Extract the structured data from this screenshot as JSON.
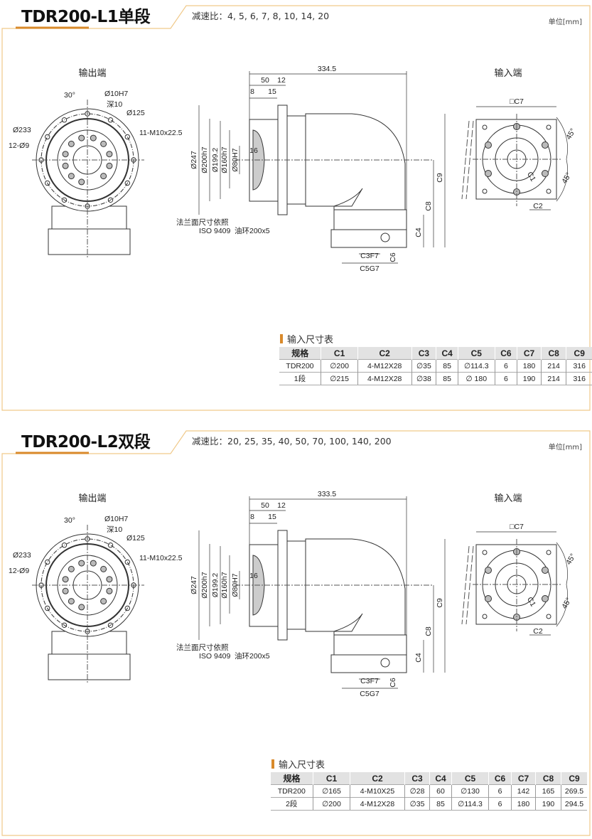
{
  "panels": [
    {
      "title": "TDR200-L1单段",
      "ratio_label": "减速比：",
      "ratios": "4, 5, 6, 7, 8, 10, 14, 20",
      "unit": "单位[mm]",
      "output_label": "输出端",
      "input_label": "输入端",
      "dims": {
        "angle30": "30°",
        "hole": "Ø10H7",
        "depth": "深10",
        "pcd": "Ø125",
        "od": "Ø233",
        "holes": "12-Ø9",
        "threads": "11-M10x22.5",
        "total": "334.5",
        "d50": "50",
        "d12": "12",
        "d8": "8",
        "d15": "15",
        "d247": "Ø247",
        "d200": "Ø200h7",
        "d199": "Ø199.2",
        "d160": "Ø160h7",
        "d80": "Ø80H7",
        "d16": "16",
        "c9": "C9",
        "c8": "C8",
        "c4": "C4",
        "c6": "C6",
        "c3": "C3F7",
        "c5": "C5G7",
        "note1": "法兰面尺寸依照",
        "note2": "ISO 9409",
        "oil": "油环200x5",
        "c7": "□C7",
        "a45a": "45°",
        "a45b": "45°",
        "c1": "C1",
        "c2": "C2"
      },
      "table": {
        "heading": "输入尺寸表",
        "headers": [
          "规格",
          "C1",
          "C2",
          "C3",
          "C4",
          "C5",
          "C6",
          "C7",
          "C8",
          "C9"
        ],
        "rows": [
          [
            "TDR200",
            "∅200",
            "4-M12X28",
            "∅35",
            "85",
            "∅114.3",
            "6",
            "180",
            "214",
            "316"
          ],
          [
            "1段",
            "∅215",
            "4-M12X28",
            "∅38",
            "85",
            "∅ 180",
            "6",
            "190",
            "214",
            "316"
          ]
        ]
      }
    },
    {
      "title": "TDR200-L2双段",
      "ratio_label": "减速比：",
      "ratios": "20, 25, 35, 40, 50, 70, 100, 140, 200",
      "unit": "单位[mm]",
      "output_label": "输出端",
      "input_label": "输入端",
      "dims": {
        "angle30": "30°",
        "hole": "Ø10H7",
        "depth": "深10",
        "pcd": "Ø125",
        "od": "Ø233",
        "holes": "12-Ø9",
        "threads": "11-M10x22.5",
        "total": "333.5",
        "d50": "50",
        "d12": "12",
        "d8": "8",
        "d15": "15",
        "d247": "Ø247",
        "d200": "Ø200h7",
        "d199": "Ø199.2",
        "d160": "Ø160h7",
        "d80": "Ø80H7",
        "d16": "16",
        "c9": "C9",
        "c8": "C8",
        "c4": "C4",
        "c6": "C6",
        "c3": "C3F7",
        "c5": "C5G7",
        "note1": "法兰面尺寸依照",
        "note2": "ISO 9409",
        "oil": "油环200x5",
        "c7": "□C7",
        "a45a": "45°",
        "a45b": "45°",
        "c1": "C1",
        "c2": "C2"
      },
      "table": {
        "heading": "输入尺寸表",
        "headers": [
          "规格",
          "C1",
          "C2",
          "C3",
          "C4",
          "C5",
          "C6",
          "C7",
          "C8",
          "C9"
        ],
        "rows": [
          [
            "TDR200",
            "∅165",
            "4-M10X25",
            "∅28",
            "60",
            "∅130",
            "6",
            "142",
            "165",
            "269.5"
          ],
          [
            "2段",
            "∅200",
            "4-M12X28",
            "∅35",
            "85",
            "∅114.3",
            "6",
            "180",
            "190",
            "294.5"
          ]
        ]
      }
    }
  ],
  "colors": {
    "accent": "#d98a2b",
    "frame": "#f0c98a",
    "table_header_bg": "#e2e2e2"
  }
}
